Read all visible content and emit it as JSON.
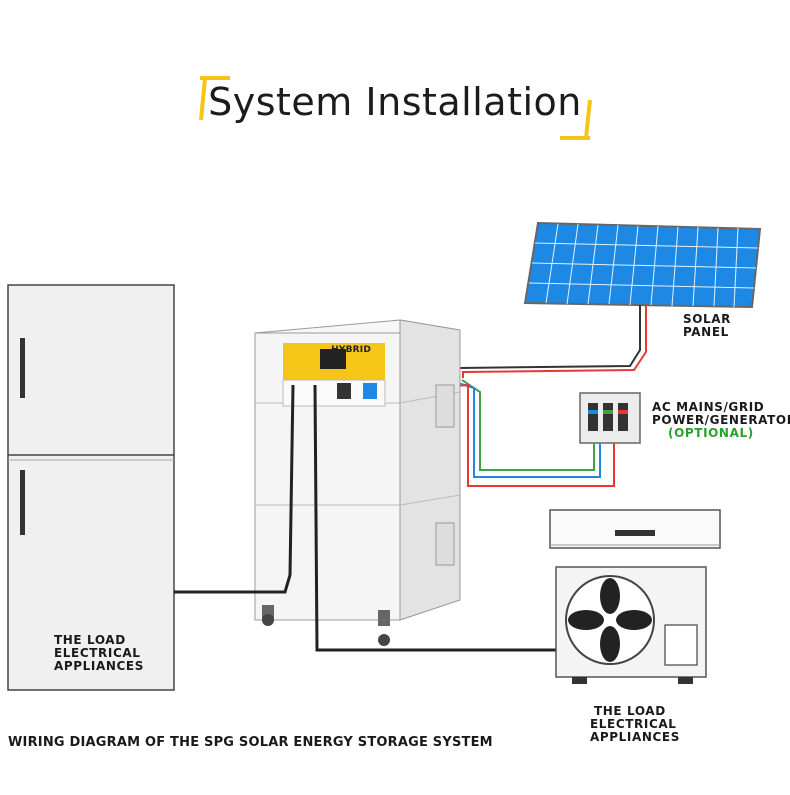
{
  "title": "System Installation",
  "caption": "WIRING  DIAGRAM OF THE SPG SOLAR ENERGY STORAGE SYSTEM",
  "labels": {
    "solar_panel": [
      "SOLAR",
      "PANEL"
    ],
    "ac_mains": [
      "AC MAINS/GRID",
      "POWER/GENERATOR",
      "(OPTIONAL)"
    ],
    "load_left": [
      "THE LOAD",
      "ELECTRICAL",
      "APPLIANCES"
    ],
    "load_right": [
      "THE LOAD",
      "ELECTRICAL",
      "APPLIANCES"
    ]
  },
  "inverter_badge": "HYBRID",
  "colors": {
    "accent_yellow": "#f5c518",
    "panel_blue": "#1e88e5",
    "wire_red": "#e53935",
    "wire_green": "#43a047",
    "wire_blue": "#1e88e5",
    "optional_green": "#2aa02a"
  }
}
